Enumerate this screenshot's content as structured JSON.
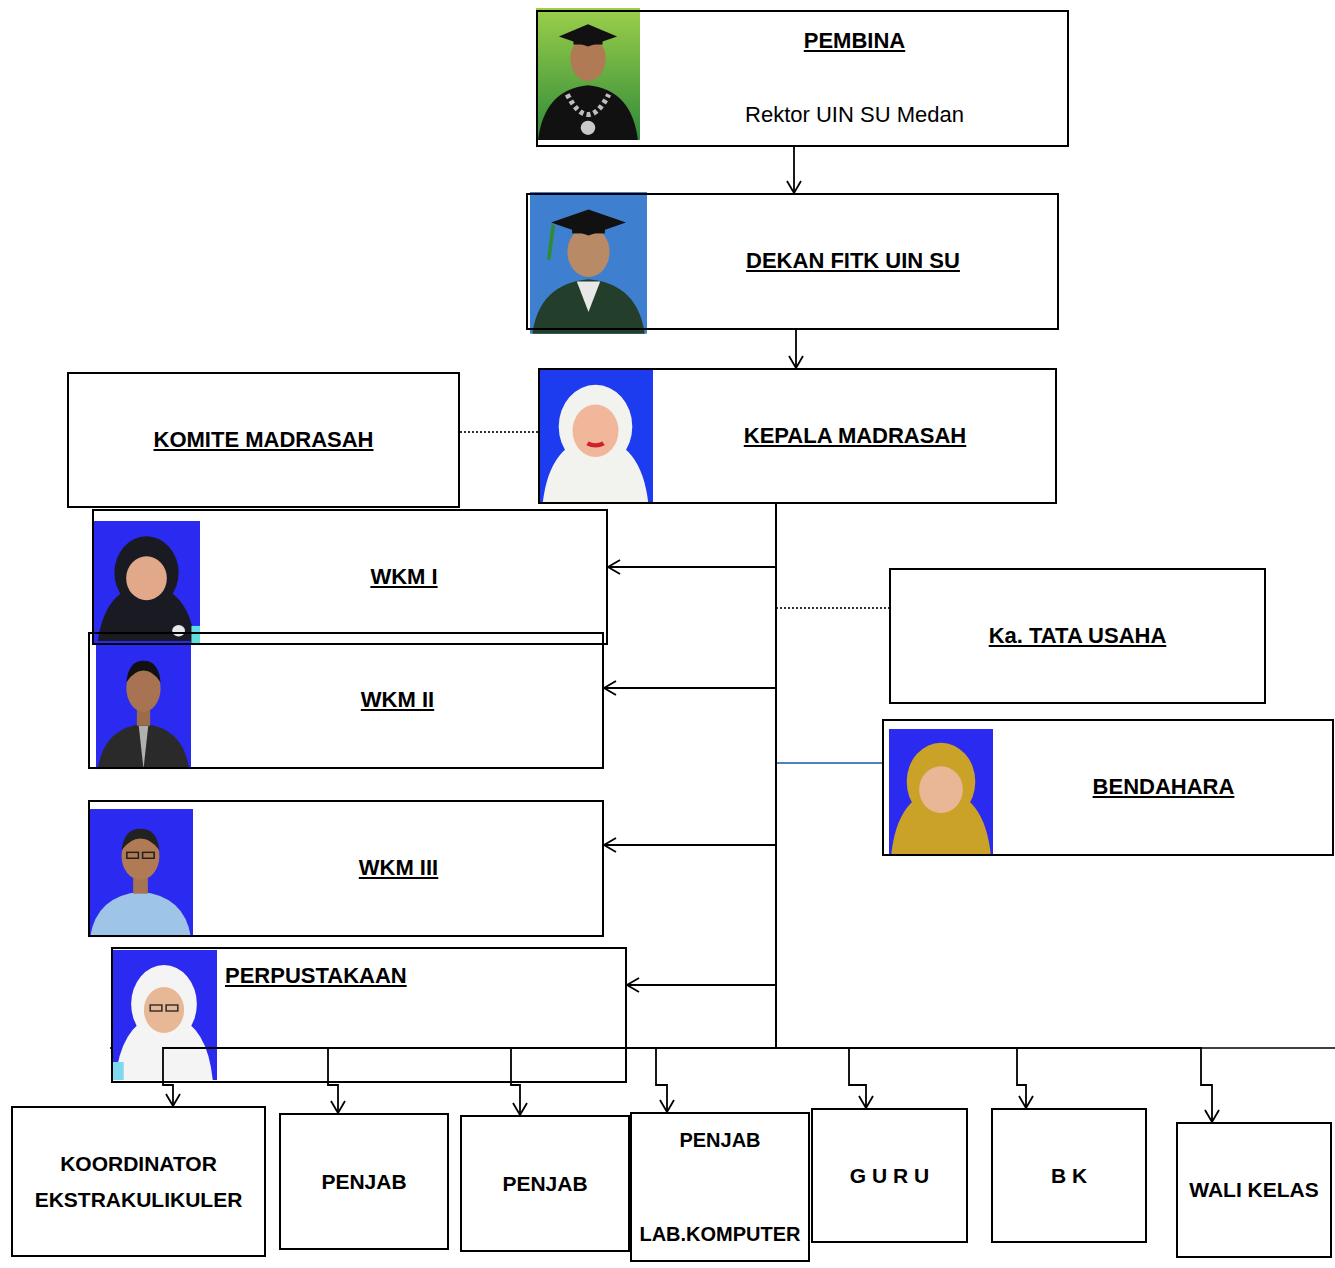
{
  "diagram": {
    "nodes": [
      {
        "text": [
          "PEMBINA",
          "Rektor UIN SU Medan"
        ]
      },
      {
        "text": [
          "DEKAN FITK UIN SU"
        ]
      },
      {
        "text": [
          "KOMITE MADRASAH"
        ]
      },
      {
        "text": [
          "KEPALA MADRASAH"
        ]
      },
      {
        "text": [
          "WKM I"
        ]
      },
      {
        "text": [
          "Ka. TATA USAHA"
        ]
      },
      {
        "text": [
          "WKM II"
        ]
      },
      {
        "text": [
          "BENDAHARA"
        ]
      },
      {
        "text": [
          "WKM III"
        ]
      },
      {
        "text": [
          "PERPUSTAKAAN"
        ]
      },
      {
        "text": [
          "KOORDINATOR EKSTRAKULIKULER"
        ]
      },
      {
        "text": [
          "PENJAB"
        ]
      },
      {
        "text": [
          "PENJAB"
        ]
      },
      {
        "text": [
          "PENJAB",
          "LAB.KOMPUTER"
        ]
      },
      {
        "text": [
          "G U R U"
        ]
      },
      {
        "text": [
          "B K"
        ]
      },
      {
        "text": [
          "WALI KELAS"
        ]
      }
    ],
    "edges": [
      {
        "from": 2,
        "to": 3,
        "arrow": "none"
      },
      {
        "from": 3,
        "to": 5,
        "arrow": "none"
      },
      {
        "from": 3,
        "to": 7,
        "arrow": "none"
      },
      {
        "from": 0,
        "to": 1,
        "arrow": "to"
      },
      {
        "from": 1,
        "to": 3,
        "arrow": "to"
      },
      {
        "from": 3,
        "to": 4,
        "arrow": "to"
      },
      {
        "from": 3,
        "to": 6,
        "arrow": "to"
      },
      {
        "from": 3,
        "to": 8,
        "arrow": "to"
      },
      {
        "from": 3,
        "to": 9,
        "arrow": "to"
      },
      {
        "from": 3,
        "to": 10,
        "arrow": "to"
      },
      {
        "from": 3,
        "to": 11,
        "arrow": "to"
      },
      {
        "from": 3,
        "to": 12,
        "arrow": "to"
      },
      {
        "from": 3,
        "to": 13,
        "arrow": "to"
      },
      {
        "from": 3,
        "to": 14,
        "arrow": "to"
      },
      {
        "from": 3,
        "to": 15,
        "arrow": "to"
      },
      {
        "from": 3,
        "to": 16,
        "arrow": "to"
      }
    ]
  }
}
